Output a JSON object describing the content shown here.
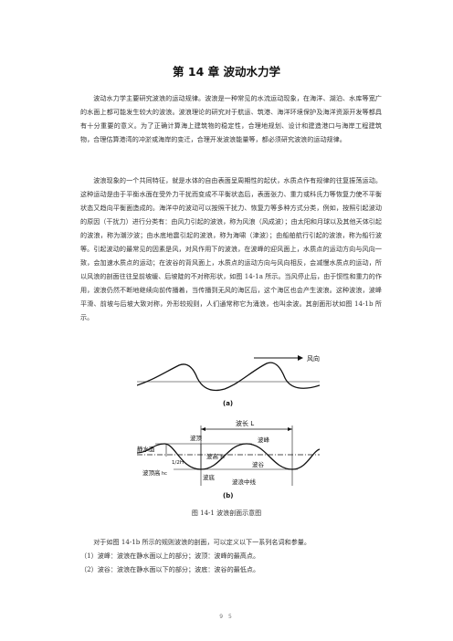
{
  "chapter_title": "第 14 章  波动水力学",
  "paragraphs": [
    "波动水力学主要研究波浪的运动规律。波浪是一种常见的水流运动现象，在海洋、湖泊、水库等宽广的水面上都可能发生较大的波浪。波浪理论的研究对于航运、筑港、海洋环境保护及海洋资源开发等都具有十分重要的意义。为了正确计算海上建筑物的稳定性，合理地规划、设计和建造港口与海岸工程建筑物，合理估算港湾的冲淤或海岸的变迁，合理开发波浪能量等，都必须研究波浪的运动规律。",
    "波浪现象的一个共同特征，就是水体的自由表面呈周期性的起伏，水质点作有规律的往复振荡运动。这种运动是由于平衡水面在受外力干扰而变成不平衡状态后，表面张力、重力或科氏力等恢复力使不平衡状态又趋向平衡面造成的。海洋中的波动可以按照干扰力、恢复力等多种方式分类，例如，按照引起波动的原因（干扰力）进行分类有：由风力引起的波浪，称为风浪（风成波）；由太阳和月球以及其他天体引起的波浪，称为潮汐波；由水底地震引起的波浪，称为海啸（津波）；由船舶航行引起的波浪，称为船行波等。",
    "引起波动的最常见的因素是风，对风作用下的波浪，在波峰的迎风面上，水质点的运动方向与风向一致，会加速水质点的运动；在波谷的背风面上，水质点的运动方向与风向相反，会减慢水质点的运动，所以风浪的剖面往往呈前坡缓、后坡陡的不对称形状，如图 14-1a 所示。当风停止后，由于惯性和重力的作用，波浪仍然不断地继续向前传播着，当传播到无风的海区后，这个海区也会产生波浪。这种波浪，波峰平滑、前坡与后坡大致对称，外形较规则，人们通常称它为涌浪，也叫余波。其剖面形状如图 14-1b 所示。"
  ],
  "figure": {
    "wind_label": "风向",
    "panel_a_label": "(a)",
    "panel_b_label": "(b)",
    "wavelength_label": "波长 L",
    "crest_label": "波顶",
    "crest_line_label": "波峰",
    "still_water_label": "静水面",
    "height_label": "波高 H",
    "amplitude_label": "1/2H",
    "trough_label": "波谷",
    "trough_bottom_label": "波底",
    "wave_axis_label": "波浪中线",
    "crest_height_label": "波顶高",
    "crest_height_sub": "hc"
  },
  "caption": "图 14-1 波浪剖面示意图",
  "definitions_intro": "对于如图 14-1b 所示的规则波浪的剖面，可以定义以下一系列名词和参量。",
  "definitions": [
    "（1）波峰：波浪在静水面以上的部分；波顶：波峰的最高点。",
    "（2）波谷：波浪在静水面以下的部分；波底：波谷的最低点。"
  ],
  "page_number": "9 5"
}
